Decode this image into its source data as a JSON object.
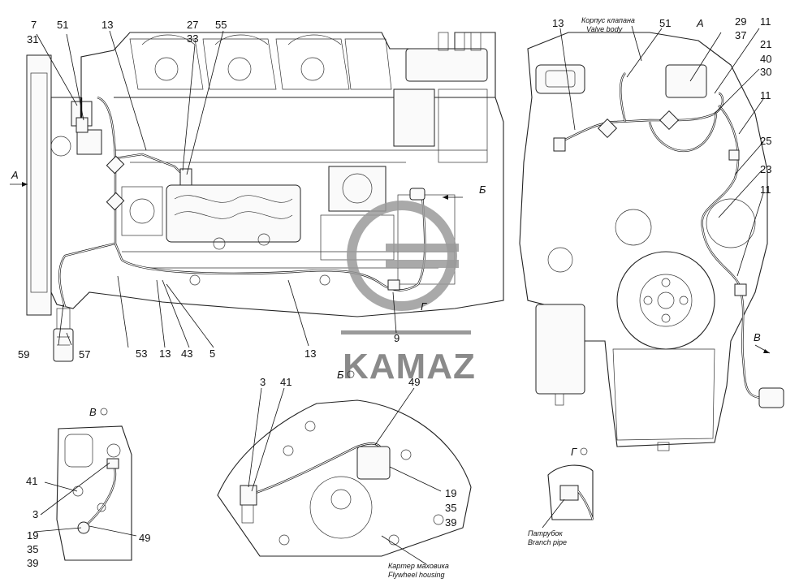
{
  "brand": {
    "name": "KAMAZ",
    "color": "#8a8a8a"
  },
  "views": {
    "a_left": "А",
    "a_right": "А",
    "b_arrow": "Б",
    "b_title": "Б",
    "v_arrow": "В",
    "v_title": "В",
    "g_arrow": "Г",
    "g_title": "Г"
  },
  "notes": {
    "valve_body_ru": "Корпус клапана",
    "valve_body_en": "Valve body",
    "flywheel_ru": "Картер маховика",
    "flywheel_en": "Flywheel housing",
    "branch_ru": "Патрубок",
    "branch_en": "Branch pipe"
  },
  "callouts": {
    "main": {
      "c7": "7",
      "c31": "31",
      "c51": "51",
      "c13a": "13",
      "c27": "27",
      "c33": "33",
      "c55": "55",
      "c59": "59",
      "c57": "57",
      "c53": "53",
      "c13b": "13",
      "c43": "43",
      "c5": "5",
      "c13c": "13",
      "c9": "9"
    },
    "right": {
      "c13": "13",
      "c51": "51",
      "c29": "29",
      "c37": "37",
      "c11a": "11",
      "c21": "21",
      "c40": "40",
      "c30": "30",
      "c11b": "11",
      "c25": "25",
      "c23": "23",
      "c11c": "11"
    },
    "view_v": {
      "c41": "41",
      "c3": "3",
      "c19": "19",
      "c35": "35",
      "c39": "39",
      "c49": "49"
    },
    "view_b": {
      "c3": "3",
      "c41": "41",
      "c49": "49",
      "c19": "19",
      "c35": "35",
      "c39": "39"
    }
  }
}
